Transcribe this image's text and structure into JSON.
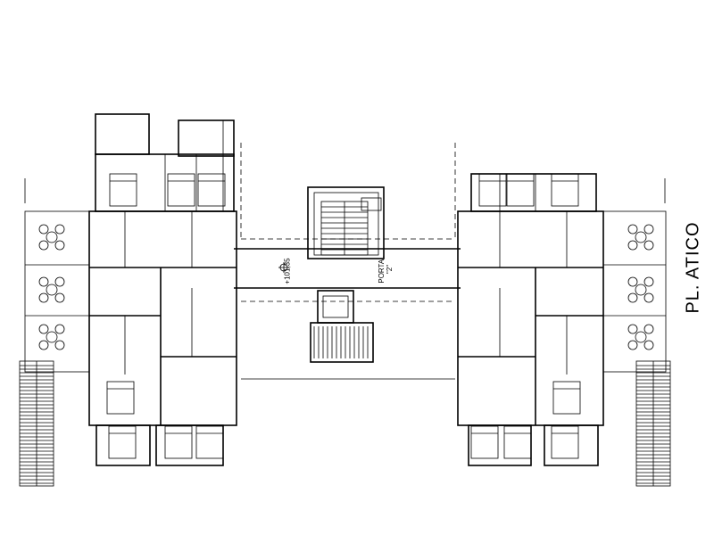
{
  "drawing": {
    "title": "PL. ATICO",
    "level_mark": "+101,35",
    "entrance": {
      "label": "PORTAL",
      "number": "\"2\""
    }
  }
}
